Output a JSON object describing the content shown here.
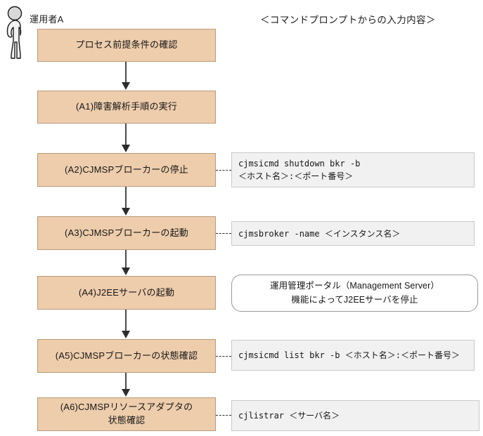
{
  "actor": {
    "icon": "person-icon",
    "label": "運用者A"
  },
  "section_header": "＜コマンドプロンプトからの入力内容＞",
  "colors": {
    "process_fill": "#EECDAC",
    "process_border": "#b99a7c",
    "command_fill": "#F1F1F1",
    "command_border": "#c9c9c9",
    "note_fill": "#ffffff",
    "arrow": "#2c2c2c"
  },
  "steps": [
    {
      "id": "step-0",
      "label": "プロセス前提条件の確認",
      "note": null,
      "note_type": null
    },
    {
      "id": "step-a1",
      "label": "(A1)障害解析手順の実行",
      "note": null,
      "note_type": null
    },
    {
      "id": "step-a2",
      "label": "(A2)CJMSPブローカーの停止",
      "note": "cjmsicmd shutdown bkr -b\n＜ホスト名＞:＜ポート番号＞",
      "note_type": "command"
    },
    {
      "id": "step-a3",
      "label": "(A3)CJMSPブローカーの起動",
      "note": "cjmsbroker -name ＜インスタンス名＞",
      "note_type": "command"
    },
    {
      "id": "step-a4",
      "label": "(A4)J2EEサーバの起動",
      "note": "運用管理ポータル（Management Server）\n機能によってJ2EEサーバを停止",
      "note_type": "note"
    },
    {
      "id": "step-a5",
      "label": "(A5)CJMSPブローカーの状態確認",
      "note": "cjmsicmd list bkr -b ＜ホスト名＞:＜ポート番号＞",
      "note_type": "command"
    },
    {
      "id": "step-a6",
      "label": "(A6)CJMSPリソースアダプタの\n状態確認",
      "note": "cjlistrar ＜サーバ名＞",
      "note_type": "command"
    }
  ]
}
